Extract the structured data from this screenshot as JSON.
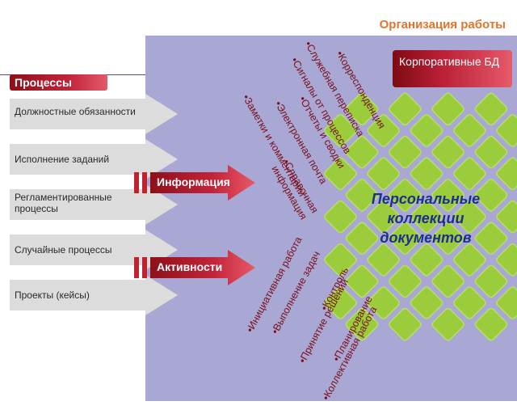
{
  "header": {
    "title": "Организация работы"
  },
  "processes": {
    "badge": "Процессы",
    "items": [
      {
        "label": "Должностные обязанности"
      },
      {
        "label": "Исполнение заданий"
      },
      {
        "label": "Регламентированные процессы"
      },
      {
        "label": "Случайные процессы"
      },
      {
        "label": "Проекты (кейсы)"
      }
    ]
  },
  "flows": {
    "information": "Информация",
    "activities": "Активности"
  },
  "corporate_db": {
    "label": "Корпоративные БД"
  },
  "center": {
    "line1": "Персональные",
    "line2": "коллекции",
    "line3": "документов"
  },
  "info_sources": [
    "•Корреспонденция",
    "•Служебная переписка",
    "•Сигналы от процессов",
    "•Отчеты и сводки",
    "•Электронная почта",
    "•Заметки и комментарии",
    "•Справочная",
    "информация"
  ],
  "activity_types": [
    "•Инициативная работа",
    "•Выполнение задач",
    "•Контроль",
    "•Принятие решений",
    "•Планирование",
    "•Коллективная работа"
  ],
  "colors": {
    "panel": "#a9a7d3",
    "accent_red": "#c0222f",
    "tile_green": "#9bcc3c",
    "title_orange": "#e0752c"
  }
}
